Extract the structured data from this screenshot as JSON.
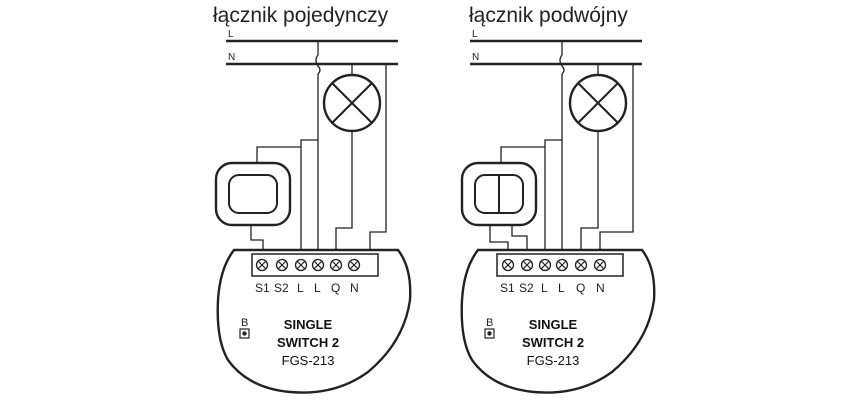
{
  "diagrams": [
    {
      "title": "łącznik pojedynczy",
      "rail_l": "L",
      "rail_n": "N",
      "switch_icon": "single-rocker-switch-icon",
      "terminals": [
        "S1",
        "S2",
        "L",
        "L",
        "Q",
        "N"
      ],
      "device_name_line1": "SINGLE",
      "device_name_line2": "SWITCH 2",
      "model": "FGS-213",
      "button_label": "B"
    },
    {
      "title": "łącznik podwójny",
      "rail_l": "L",
      "rail_n": "N",
      "switch_icon": "double-rocker-switch-icon",
      "terminals": [
        "S1",
        "S2",
        "L",
        "L",
        "Q",
        "N"
      ],
      "device_name_line1": "SINGLE",
      "device_name_line2": "SWITCH 2",
      "model": "FGS-213",
      "button_label": "B"
    }
  ]
}
